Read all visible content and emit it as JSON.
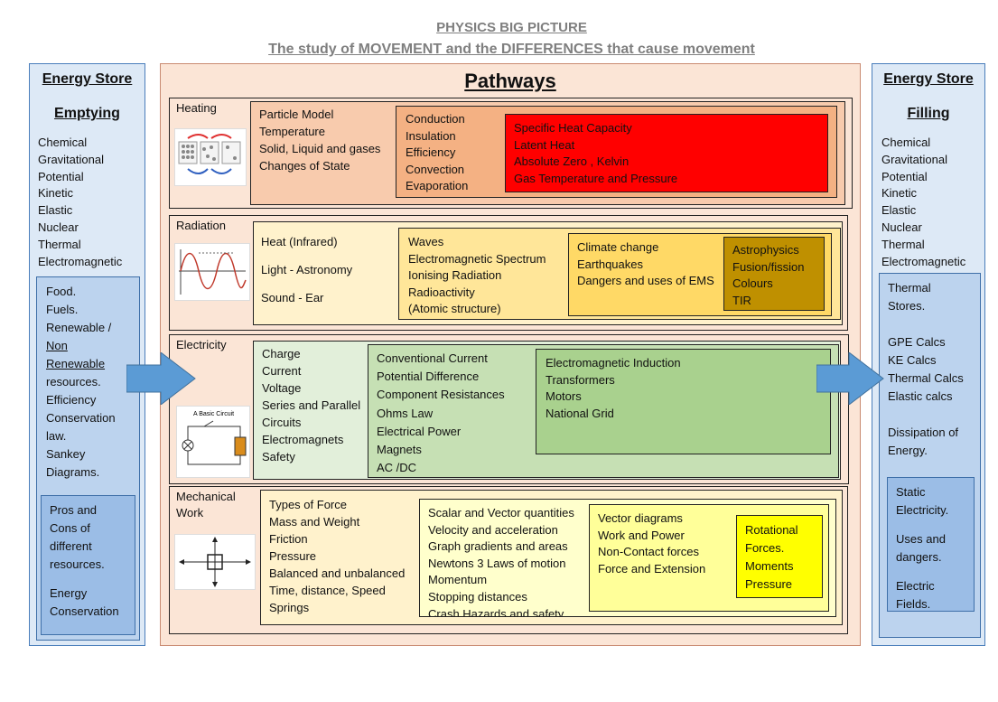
{
  "header": {
    "title": "PHYSICS BIG PICTURE",
    "subtitle": "The study of MOVEMENT and the DIFFERENCES that cause movement"
  },
  "left": {
    "heading1": "Energy Store",
    "heading2": "Emptying",
    "stores": [
      "Chemical",
      "Gravitational",
      "Potential",
      "Kinetic",
      "Elastic",
      "Nuclear",
      "Thermal",
      "Electromagnetic"
    ],
    "resources": [
      "Food.",
      "Fuels.",
      "Renewable /",
      "Non",
      "Renewable",
      "resources.",
      "Efficiency",
      "Conservation",
      "law.",
      "Sankey",
      "Diagrams."
    ],
    "pros": [
      "Pros and",
      "Cons of",
      "different",
      "resources.",
      "",
      "Energy",
      "Conservation"
    ]
  },
  "right": {
    "heading1": "Energy Store",
    "heading2": "Filling",
    "stores": [
      "Chemical",
      "Gravitational",
      "Potential",
      "Kinetic",
      "Elastic",
      "Nuclear",
      "Thermal",
      "Electromagnetic"
    ],
    "calcs": [
      "Thermal",
      "Stores.",
      "",
      "GPE Calcs",
      "KE Calcs",
      "Thermal Calcs",
      "Elastic calcs",
      "",
      "Dissipation of",
      "Energy."
    ],
    "static": [
      "Static",
      "Electricity.",
      "",
      "Uses and",
      "dangers.",
      "",
      "Electric",
      "Fields."
    ]
  },
  "pathways": {
    "title": "Pathways",
    "heating": {
      "label": "Heating",
      "l1": [
        "Particle Model",
        "Temperature",
        "Solid, Liquid and gases",
        "Changes of State"
      ],
      "l2": [
        "Conduction",
        "Insulation",
        "Efficiency",
        "Convection",
        "Evaporation"
      ],
      "l3": [
        "Specific Heat Capacity",
        "Latent Heat",
        "Absolute Zero , Kelvin",
        "Gas Temperature and Pressure"
      ]
    },
    "radiation": {
      "label": "Radiation",
      "l1": [
        "Heat (Infrared)",
        "Light - Astronomy",
        "Sound - Ear"
      ],
      "l2": [
        "Waves",
        "Electromagnetic Spectrum",
        "Ionising Radiation",
        "Radioactivity",
        "(Atomic structure)"
      ],
      "l3": [
        "Climate change",
        "Earthquakes",
        "Dangers and uses of EMS"
      ],
      "l4": [
        "Astrophysics",
        "Fusion/fission",
        "Colours",
        "TIR"
      ]
    },
    "electricity": {
      "label": "Electricity",
      "l1": [
        "Charge",
        "Current",
        "Voltage",
        "Series and Parallel",
        "Circuits",
        "Electromagnets",
        "Safety"
      ],
      "l2": [
        "Conventional Current",
        "Potential Difference",
        "Component Resistances",
        "Ohms Law",
        "Electrical Power",
        "Magnets",
        "AC /DC"
      ],
      "l3": [
        "Electromagnetic Induction",
        "Transformers",
        "Motors",
        "National Grid"
      ],
      "icon_caption": "A Basic Circuit"
    },
    "mechanical": {
      "label": "Mechanical\nWork",
      "l1": [
        "Types of Force",
        "Mass and Weight",
        "Friction",
        "Pressure",
        "Balanced and unbalanced",
        "Time, distance, Speed",
        "Springs"
      ],
      "l2": [
        "Scalar and Vector quantities",
        "Velocity and acceleration",
        "Graph gradients and areas",
        "Newtons 3 Laws of motion",
        "Momentum",
        "Stopping distances",
        "Crash Hazards and safety"
      ],
      "l3": [
        "Vector diagrams",
        "Work and Power",
        "Non-Contact forces",
        "Force and Extension"
      ],
      "l4": [
        "Rotational",
        "Forces.",
        "Moments",
        "Pressure"
      ]
    }
  },
  "colors": {
    "side_bg": "#dde9f6",
    "inner_blue": "#bcd3ee",
    "arrow": "#5b9bd5",
    "heat1": "#f8cbad",
    "heat2": "#f4b183",
    "heat3": "#ff0000",
    "rad1": "#fff2cc",
    "rad2": "#ffe699",
    "rad3": "#ffd966",
    "rad4": "#bf9000",
    "ele1": "#e2efda",
    "ele2": "#c6e0b4",
    "ele3": "#a9d18e",
    "mech1": "#fff2cc",
    "mech2": "#ffffcc",
    "mech3": "#ffff99",
    "mech4": "#ffff00"
  }
}
